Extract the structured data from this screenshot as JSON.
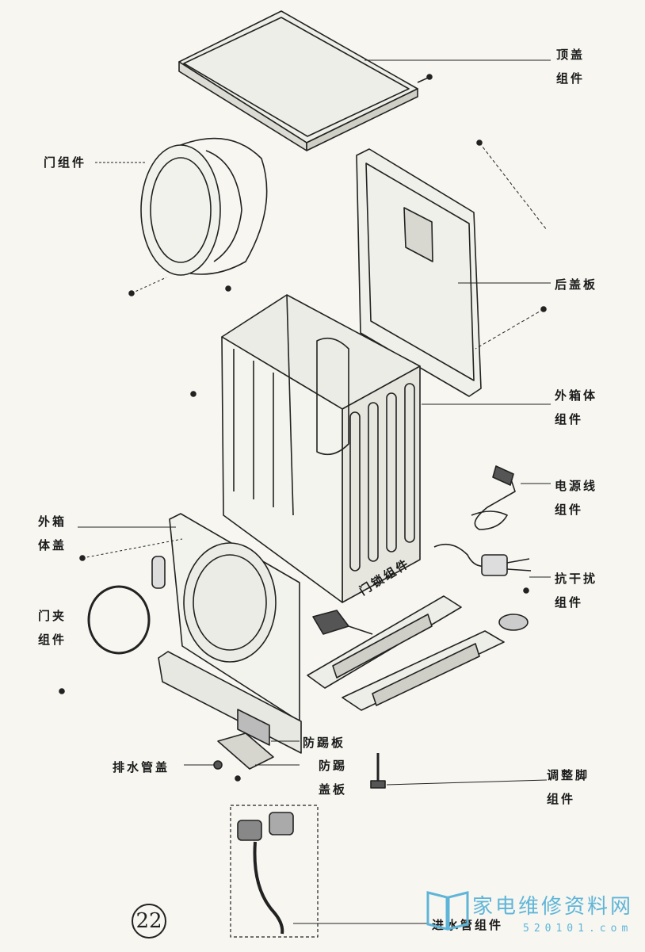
{
  "labels": {
    "top_cover": "顶盖\n组件",
    "door": "门组件",
    "back_panel": "后盖板",
    "cabinet": "外箱体\n组件",
    "power_cord": "电源线\n组件",
    "cabinet_cover": "外箱\n体盖",
    "door_lock": "门锁组件",
    "suppressor": "抗干扰\n组件",
    "door_clamp": "门夹\n组件",
    "kick_plate": "防踢板",
    "drain_cover": "排水管盖",
    "kick_cover": "防踢\n盖板",
    "adjust_foot": "调整脚\n组件",
    "inlet_hose": "进水管组件"
  },
  "page_number": "22",
  "watermark": {
    "text": "家电维修资料网",
    "url": "520101.com",
    "color": "#5fb5d8"
  }
}
